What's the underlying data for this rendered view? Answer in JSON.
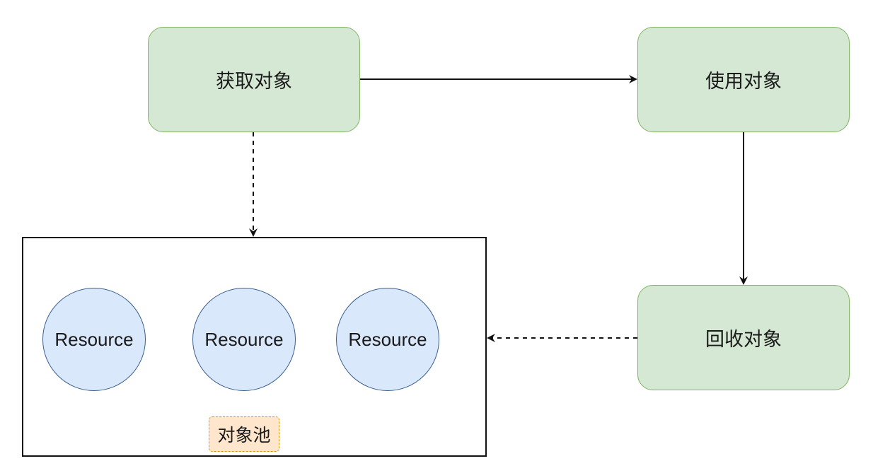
{
  "nodes": {
    "acquire": "获取对象",
    "use": "使用对象",
    "recycle": "回收对象"
  },
  "pool": {
    "label": "对象池",
    "resources": [
      "Resource",
      "Resource",
      "Resource"
    ]
  },
  "colors": {
    "step_fill": "#d5e8d4",
    "step_stroke": "#82b366",
    "resource_fill": "#dae8fc",
    "resource_stroke": "#3a5f8f",
    "label_fill": "#ffe6cc",
    "label_stroke": "#d79b00",
    "edge": "#111111"
  },
  "edges": [
    {
      "from": "acquire",
      "to": "use",
      "style": "solid"
    },
    {
      "from": "use",
      "to": "recycle",
      "style": "solid"
    },
    {
      "from": "acquire",
      "to": "pool",
      "style": "dashed"
    },
    {
      "from": "recycle",
      "to": "pool",
      "style": "dashed"
    }
  ]
}
